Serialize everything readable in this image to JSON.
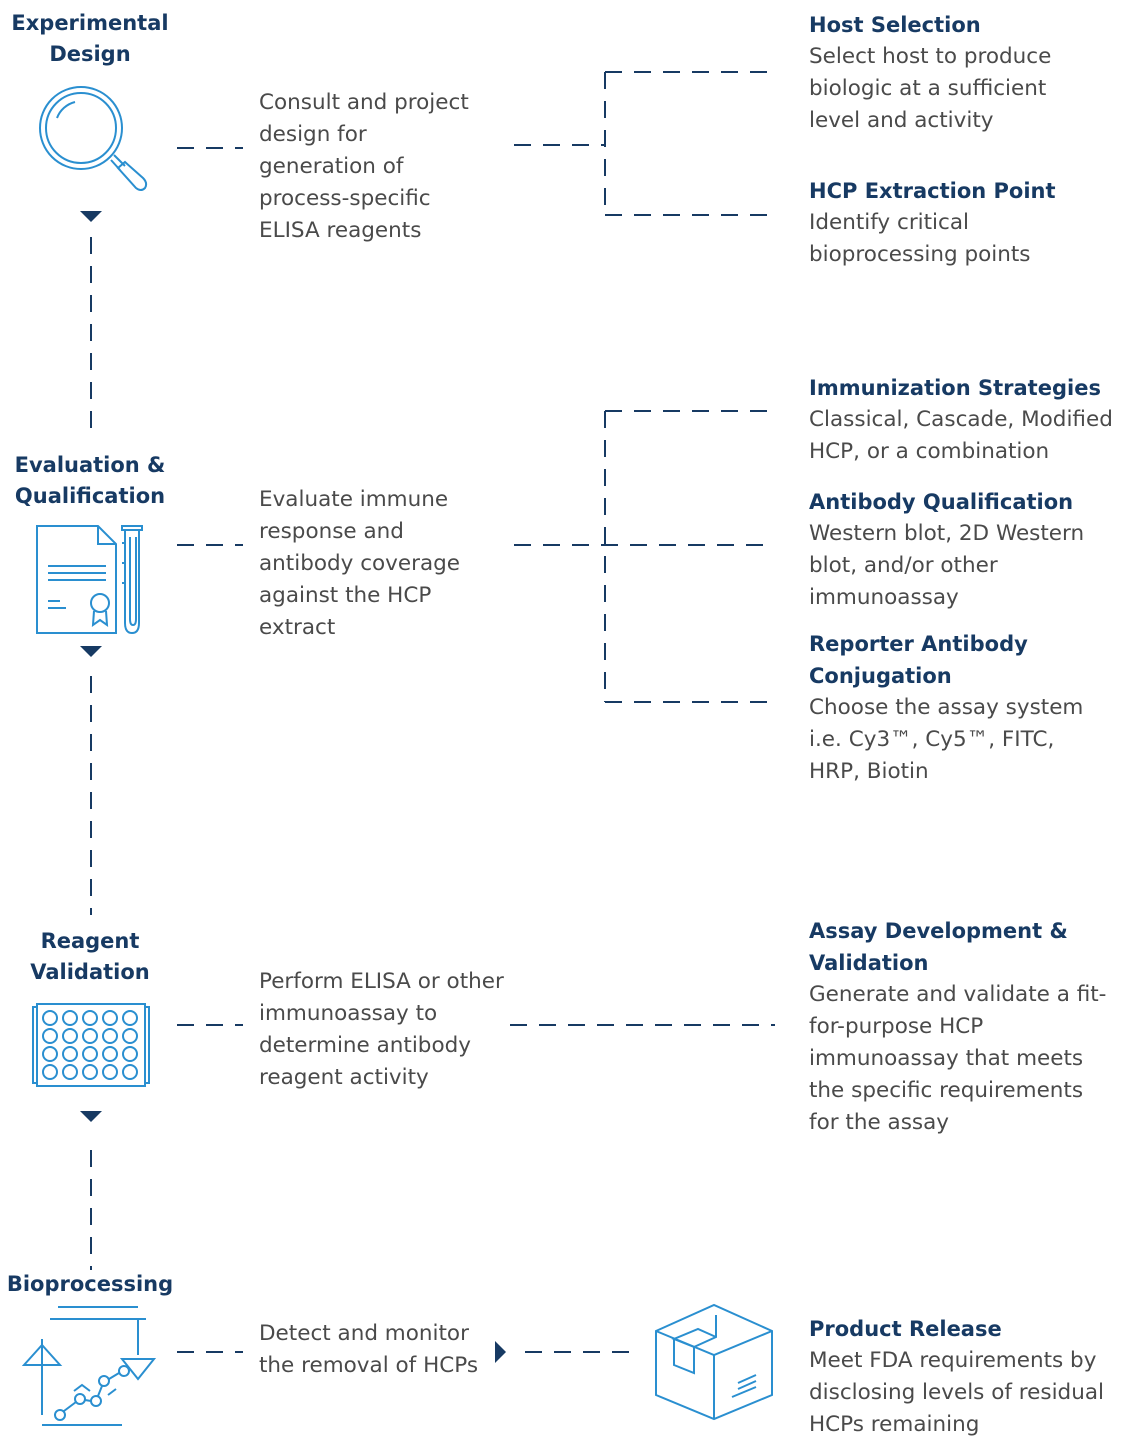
{
  "stages": [
    {
      "title": "Experimental Design",
      "description": "Consult and project design for generation of process-specific ELISA reagents",
      "icon": "magnifier-icon"
    },
    {
      "title": "Evaluation & Qualification",
      "description": "Evaluate immune response and antibody coverage against the HCP extract",
      "icon": "certificate-test-tube-icon"
    },
    {
      "title": "Reagent Validation",
      "description": "Perform ELISA or other immunoassay to determine antibody reagent activity",
      "icon": "well-plate-icon"
    },
    {
      "title": "Bioprocessing",
      "description": "Detect and monitor the removal of HCPs",
      "icon": "process-graph-icon"
    }
  ],
  "outcomes": [
    {
      "title": "Host Selection",
      "description": "Select host to produce biologic at a sufficient level and activity"
    },
    {
      "title": "HCP Extraction Point",
      "description": "Identify critical bioprocessing points"
    },
    {
      "title": "Immunization Strategies",
      "description": "Classical, Cascade, Modified HCP, or a combination"
    },
    {
      "title": "Antibody Qualification",
      "description": "Western blot, 2D Western blot, and/or other immunoassay"
    },
    {
      "title": "Reporter Antibody Conjugation",
      "description": "Choose the assay system i.e. Cy3™, Cy5™, FITC, HRP, Biotin"
    },
    {
      "title": "Assay Development & Validation",
      "description": "Generate and validate a fit-for-purpose HCP immunoassay that meets the specific requirements for the assay"
    },
    {
      "title": "Product Release",
      "description": "Meet FDA requirements by disclosing levels of residual HCPs remaining",
      "icon": "package-box-icon"
    }
  ],
  "colors": {
    "primary": "#173a63",
    "accent": "#2a8fd0",
    "text": "#4a4a4a"
  }
}
